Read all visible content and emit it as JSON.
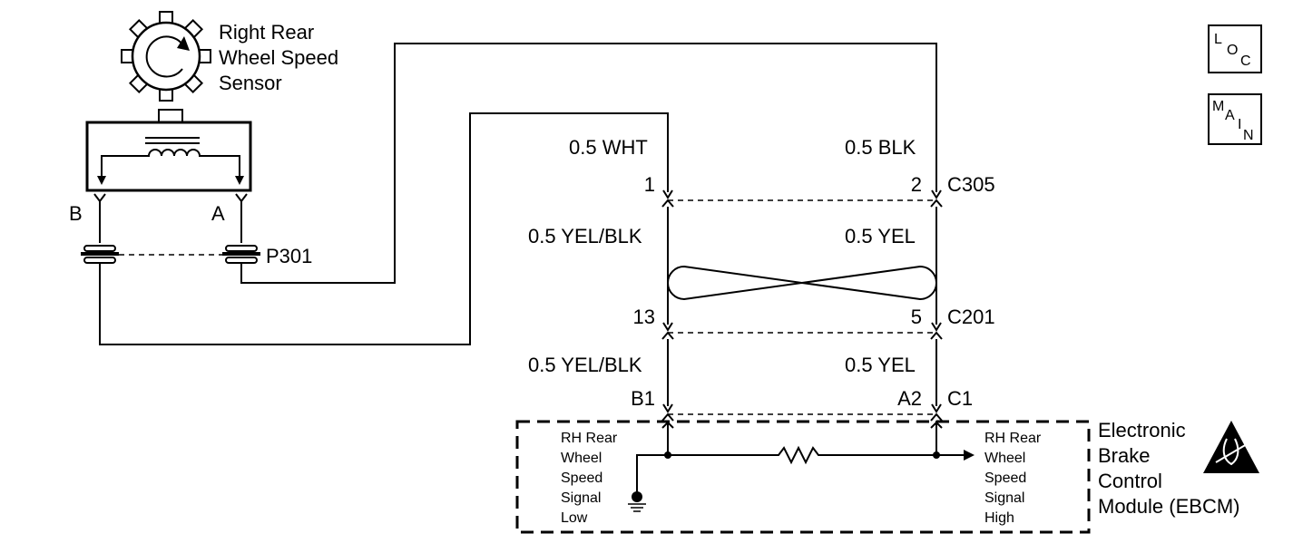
{
  "sensor": {
    "name_lines": [
      "Right Rear",
      "Wheel Speed",
      "Sensor"
    ],
    "terminal_b": "B",
    "terminal_a": "A",
    "connector": "P301"
  },
  "connectors": {
    "c305": {
      "name": "C305",
      "pin_left": "1",
      "pin_right": "2"
    },
    "c201": {
      "name": "C201",
      "pin_left": "13",
      "pin_right": "5"
    },
    "c1": {
      "name": "C1",
      "pin_left": "B1",
      "pin_right": "A2"
    }
  },
  "wires": {
    "upper_left": "0.5 WHT",
    "upper_right": "0.5 BLK",
    "mid_left": "0.5 YEL/BLK",
    "mid_right": "0.5 YEL",
    "lower_left": "0.5 YEL/BLK",
    "lower_right": "0.5 YEL"
  },
  "module": {
    "name_lines": [
      "Electronic",
      "Brake",
      "Control",
      "Module (EBCM)"
    ],
    "signal_low_lines": [
      "RH Rear",
      "Wheel",
      "Speed",
      "Signal",
      "Low"
    ],
    "signal_high_lines": [
      "RH Rear",
      "Wheel",
      "Speed",
      "Signal",
      "High"
    ]
  },
  "buttons": {
    "loc": [
      "L",
      "O",
      "C"
    ],
    "main": [
      "M",
      "A",
      "I",
      "N"
    ]
  }
}
